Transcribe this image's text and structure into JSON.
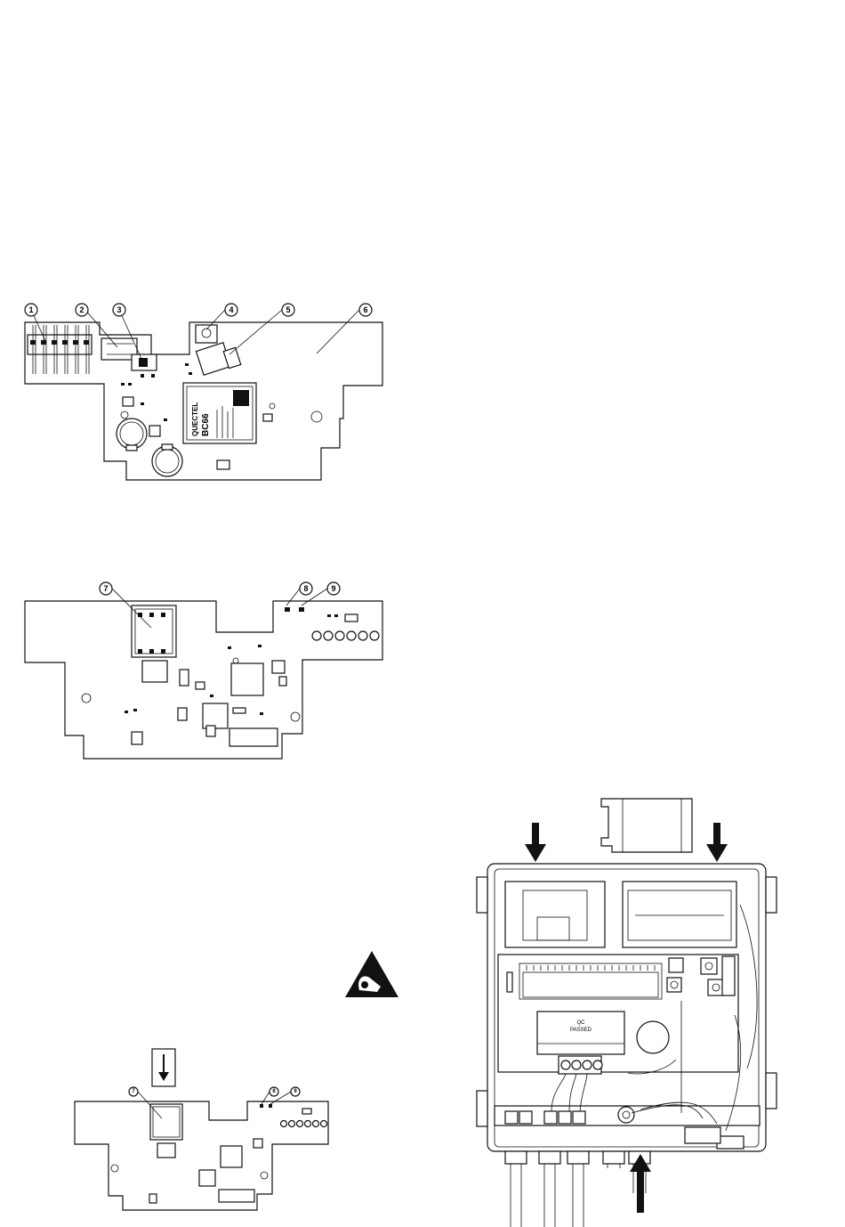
{
  "board_top": {
    "callouts": [
      "1",
      "2",
      "3",
      "4",
      "5",
      "6"
    ],
    "module_brand": "QUECTEL",
    "module_model": "BC66"
  },
  "board_bottom": {
    "callouts": [
      "7",
      "8",
      "9"
    ]
  },
  "board_small": {
    "callouts": [
      "7",
      "8",
      "9"
    ]
  },
  "enclosure": {
    "qc_label_line1": "QC",
    "qc_label_line2": "PASSED"
  },
  "icons": {
    "esd": "esd-warning-icon",
    "arrow_down": "arrow-down-icon",
    "arrow_up": "arrow-up-icon"
  }
}
